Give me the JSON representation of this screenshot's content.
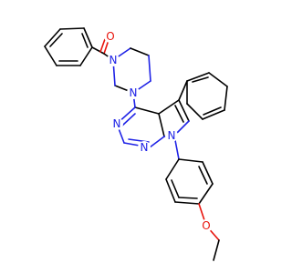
{
  "atoms": {
    "carbonyl_oxygen": {
      "symbol": "O",
      "color": "#e8140c"
    },
    "piperazine_n1": {
      "symbol": "N",
      "color": "#1e22e6"
    },
    "piperazine_n4": {
      "symbol": "N",
      "color": "#1e22e6"
    },
    "pyrimidine_n1": {
      "symbol": "N",
      "color": "#1e22e6"
    },
    "pyrimidine_n3": {
      "symbol": "N",
      "color": "#1e22e6"
    },
    "pyrrole_n7": {
      "symbol": "N",
      "color": "#1e22e6"
    },
    "ether_oxygen": {
      "symbol": "O",
      "color": "#e8140c"
    }
  }
}
